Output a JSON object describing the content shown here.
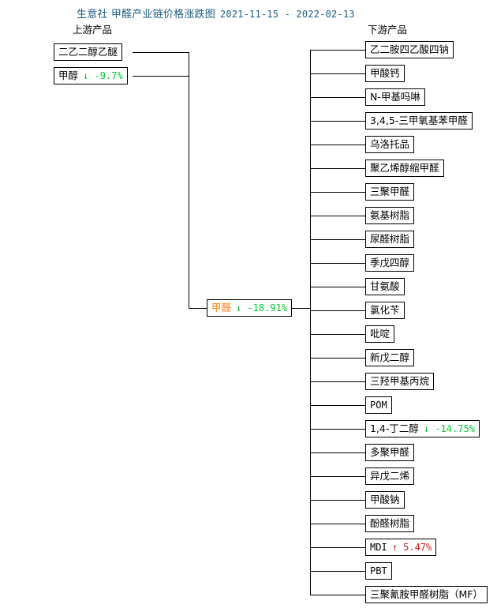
{
  "title": {
    "text": "生意社 甲醛产业链价格涨跌图",
    "date_range": "2021-11-15 - 2022-02-13",
    "color": "#1b5e80"
  },
  "headings": {
    "upstream": "上游产品",
    "downstream": "下游产品"
  },
  "colors": {
    "up": "#e01b1b",
    "down": "#00cc33",
    "center_node": "#ff7f0e",
    "line": "#000000",
    "box_border": "#000000"
  },
  "arrows": {
    "up": "↑",
    "down": "↓"
  },
  "center": {
    "name": "甲醛",
    "change": "↓ -18.91%",
    "direction": "down"
  },
  "upstream": [
    {
      "name": "二乙二醇乙醚",
      "change": "",
      "direction": "none"
    },
    {
      "name": "甲醇",
      "change": "↓ -9.7%",
      "direction": "down"
    }
  ],
  "downstream": [
    {
      "name": "乙二胺四乙酸四钠",
      "change": "",
      "direction": "none"
    },
    {
      "name": "甲酸钙",
      "change": "",
      "direction": "none"
    },
    {
      "name": "N-甲基吗啉",
      "change": "",
      "direction": "none"
    },
    {
      "name": "3,4,5-三甲氧基苯甲醛",
      "change": "",
      "direction": "none"
    },
    {
      "name": "乌洛托品",
      "change": "",
      "direction": "none"
    },
    {
      "name": "聚乙烯醇缩甲醛",
      "change": "",
      "direction": "none"
    },
    {
      "name": "三聚甲醛",
      "change": "",
      "direction": "none"
    },
    {
      "name": "氨基树脂",
      "change": "",
      "direction": "none"
    },
    {
      "name": "尿醛树脂",
      "change": "",
      "direction": "none"
    },
    {
      "name": "季戊四醇",
      "change": "",
      "direction": "none"
    },
    {
      "name": "甘氨酸",
      "change": "",
      "direction": "none"
    },
    {
      "name": "氯化苄",
      "change": "",
      "direction": "none"
    },
    {
      "name": "吡啶",
      "change": "",
      "direction": "none"
    },
    {
      "name": "新戊二醇",
      "change": "",
      "direction": "none"
    },
    {
      "name": "三羟甲基丙烷",
      "change": "",
      "direction": "none"
    },
    {
      "name": "POM",
      "change": "",
      "direction": "none"
    },
    {
      "name": "1,4-丁二醇",
      "change": "↓ -14.75%",
      "direction": "down"
    },
    {
      "name": "多聚甲醛",
      "change": "",
      "direction": "none"
    },
    {
      "name": "异戊二烯",
      "change": "",
      "direction": "none"
    },
    {
      "name": "甲酸钠",
      "change": "",
      "direction": "none"
    },
    {
      "name": "酚醛树脂",
      "change": "",
      "direction": "none"
    },
    {
      "name": "MDI",
      "change": "↑ 5.47%",
      "direction": "up"
    },
    {
      "name": "PBT",
      "change": "",
      "direction": "none"
    },
    {
      "name": "三聚氰胺甲醛树脂（MF）",
      "change": "",
      "direction": "none"
    }
  ]
}
